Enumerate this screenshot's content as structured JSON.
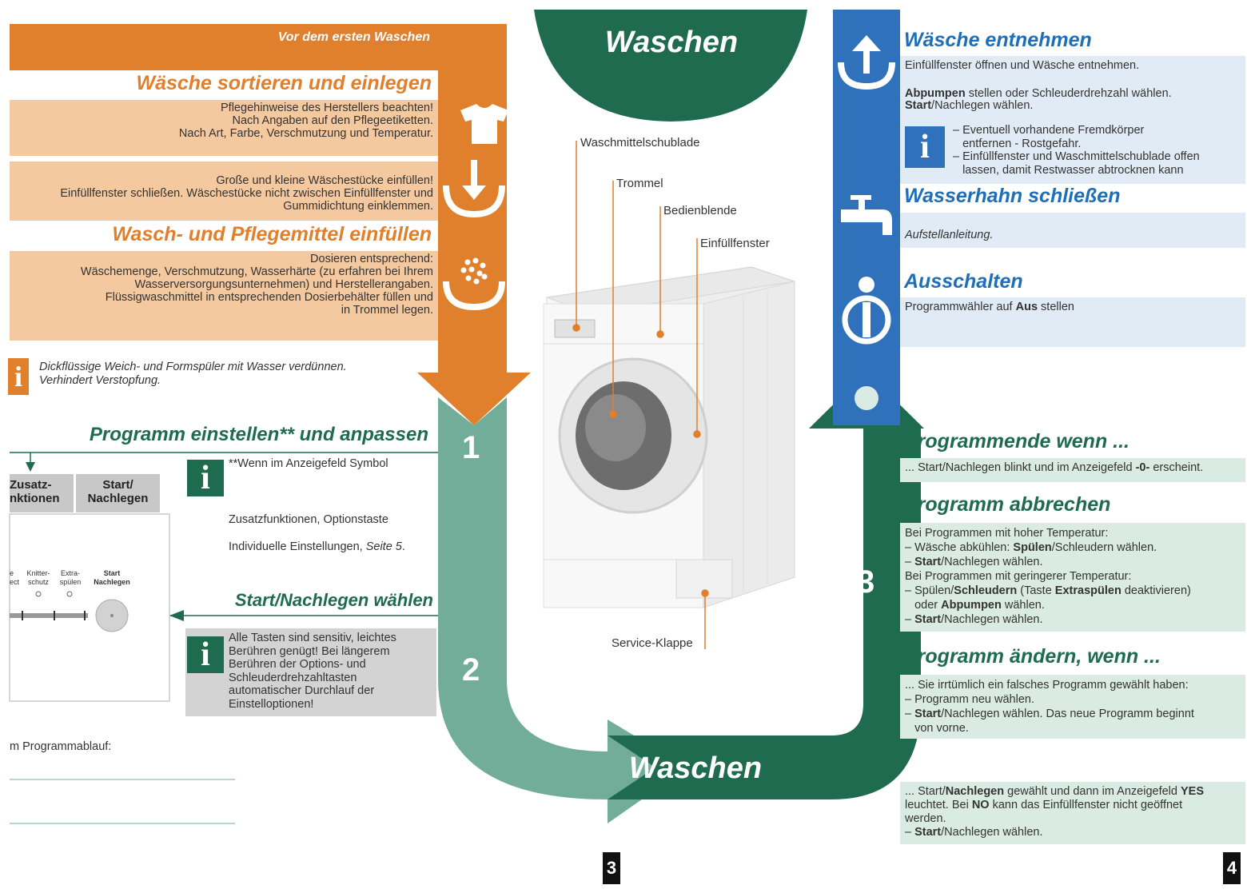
{
  "left": {
    "banner": "Vor dem ersten Waschen",
    "section1": {
      "title": "Wäsche sortieren und einlegen",
      "box1": [
        "Pflegehinweise des Herstellers beachten!",
        "Nach Angaben auf den Pflegeetiketten.",
        "Nach Art, Farbe, Verschmutzung und Temperatur."
      ],
      "box2": [
        "Große und kleine Wäschestücke einfüllen!",
        "Einfüllfenster schließen. Wäschestücke nicht zwischen Einfüllfenster und",
        "Gummidichtung einklemmen."
      ]
    },
    "section2": {
      "title": "Wasch- und Pflegemittel einfüllen",
      "box": [
        "Dosieren entsprechend:",
        "Wäschemenge, Verschmutzung, Wasserhärte (zu erfahren bei Ihrem",
        "Wasserversorgungsunternehmen) und Herstellerangaben.",
        "Flüssigwaschmittel in entsprechenden Dosierbehälter füllen und",
        "in Trommel legen."
      ]
    },
    "note": [
      "Dickflüssige Weich- und Formspüler mit Wasser verdünnen.",
      "Verhindert Verstopfung."
    ],
    "section3": {
      "title": "Programm einstellen** und anpassen",
      "btn_zusatz": [
        "Zusatz-",
        "nktionen"
      ],
      "btn_start": [
        "Start/",
        "Nachlegen"
      ],
      "info": "**Wenn im Anzeigefeld Symbol",
      "line1": "Zusatzfunktionen, Optionstaste",
      "line2": "Individuelle Einstellungen, ",
      "line2_ref": "Seite 5",
      "line2_end": ".",
      "panel_labels": {
        "a": [
          "e",
          "ect"
        ],
        "b": [
          "Knitter-",
          "schutz"
        ],
        "c": [
          "Extra-",
          "spülen"
        ],
        "d": [
          "Start",
          "Nachlegen"
        ]
      }
    },
    "section4": {
      "title": "Start/Nachlegen wählen",
      "info": [
        "Alle Tasten sind sensitiv, leichtes",
        "Berühren genügt! Bei längerem",
        "Berühren der Options- und",
        "Schleuderdrehzahltasten",
        "automatischer Durchlauf der",
        "Einstelloptionen!"
      ]
    },
    "bottom_text": "m Programmablauf:"
  },
  "center": {
    "top_title": "Waschen",
    "bottom_title": "Waschen",
    "labels": {
      "drawer": "Waschmittelschublade",
      "drum": "Trommel",
      "panel": "Bedienblende",
      "window": "Einfüllfenster",
      "service": "Service-Klappe"
    },
    "numbers": [
      "1",
      "2",
      "3"
    ]
  },
  "right": {
    "s1": {
      "title": "Wäsche entnehmen",
      "line1": "Einfüllfenster öffnen und Wäsche entnehmen.",
      "line2_b": "Abpumpen",
      "line2": " stellen oder Schleuderdrehzahl wählen.",
      "line3_b": "Start",
      "line3": "/Nachlegen wählen.",
      "info": [
        "– Eventuell vorhandene Fremdkörper",
        "   entfernen - Rostgefahr.",
        "– Einfüllfenster und Waschmittelschublade offen",
        "   lassen, damit Restwasser abtrocknen kann"
      ]
    },
    "s2": {
      "title": "Wasserhahn schließen",
      "text": "Aufstellanleitung."
    },
    "s3": {
      "title": "Ausschalten",
      "text_a": "Programmwähler auf ",
      "text_b": "Aus",
      "text_c": " stellen"
    },
    "s4": {
      "title": "Programmende wenn ...",
      "text_a": "... Start/Nachlegen blinkt und im Anzeigefeld ",
      "text_b": "-0-",
      "text_c": " erscheint."
    },
    "s5": {
      "title": "Programm abbrechen",
      "l1": "Bei Programmen mit hoher Temperatur:",
      "l2_a": "– Wäsche abkühlen: ",
      "l2_b": "Spülen",
      "l2_c": "/Schleudern wählen.",
      "l3_b": "Start",
      "l3_c": "/Nachlegen wählen.",
      "l4": "Bei Programmen mit geringerer Temperatur:",
      "l5_a": "– Spülen/",
      "l5_b": "Schleudern",
      "l5_c": " (Taste ",
      "l5_d": "Extraspülen",
      "l5_e": " deaktivieren)",
      "l6_a": "   oder ",
      "l6_b": "Abpumpen",
      "l6_c": " wählen.",
      "l7_b": "Start",
      "l7_c": "/Nachlegen wählen."
    },
    "s6": {
      "title": "Programm ändern, wenn ...",
      "l1": "... Sie irrtümlich ein falsches Programm gewählt haben:",
      "l2": "– Programm neu wählen.",
      "l3_b": "Start",
      "l3_c": "/Nachlegen wählen. Das neue Programm beginnt",
      "l4": "   von vorne."
    },
    "s7": {
      "l1_a": "... Start/",
      "l1_b": "Nachlegen",
      "l1_c": " gewählt und dann im Anzeigefeld ",
      "l1_d": "YES",
      "l2_a": "leuchtet. Bei ",
      "l2_b": "NO",
      "l2_c": " kann das Einfüllfenster nicht geöffnet",
      "l3": "werden.",
      "l4_b": "Start",
      "l4_c": "/Nachlegen wählen."
    }
  },
  "pages": {
    "left": "3",
    "right": "4"
  },
  "colors": {
    "orange": "#e07f2c",
    "teal": "#72ad99",
    "dark_green": "#1f6b50",
    "blue": "#2f72bb"
  }
}
